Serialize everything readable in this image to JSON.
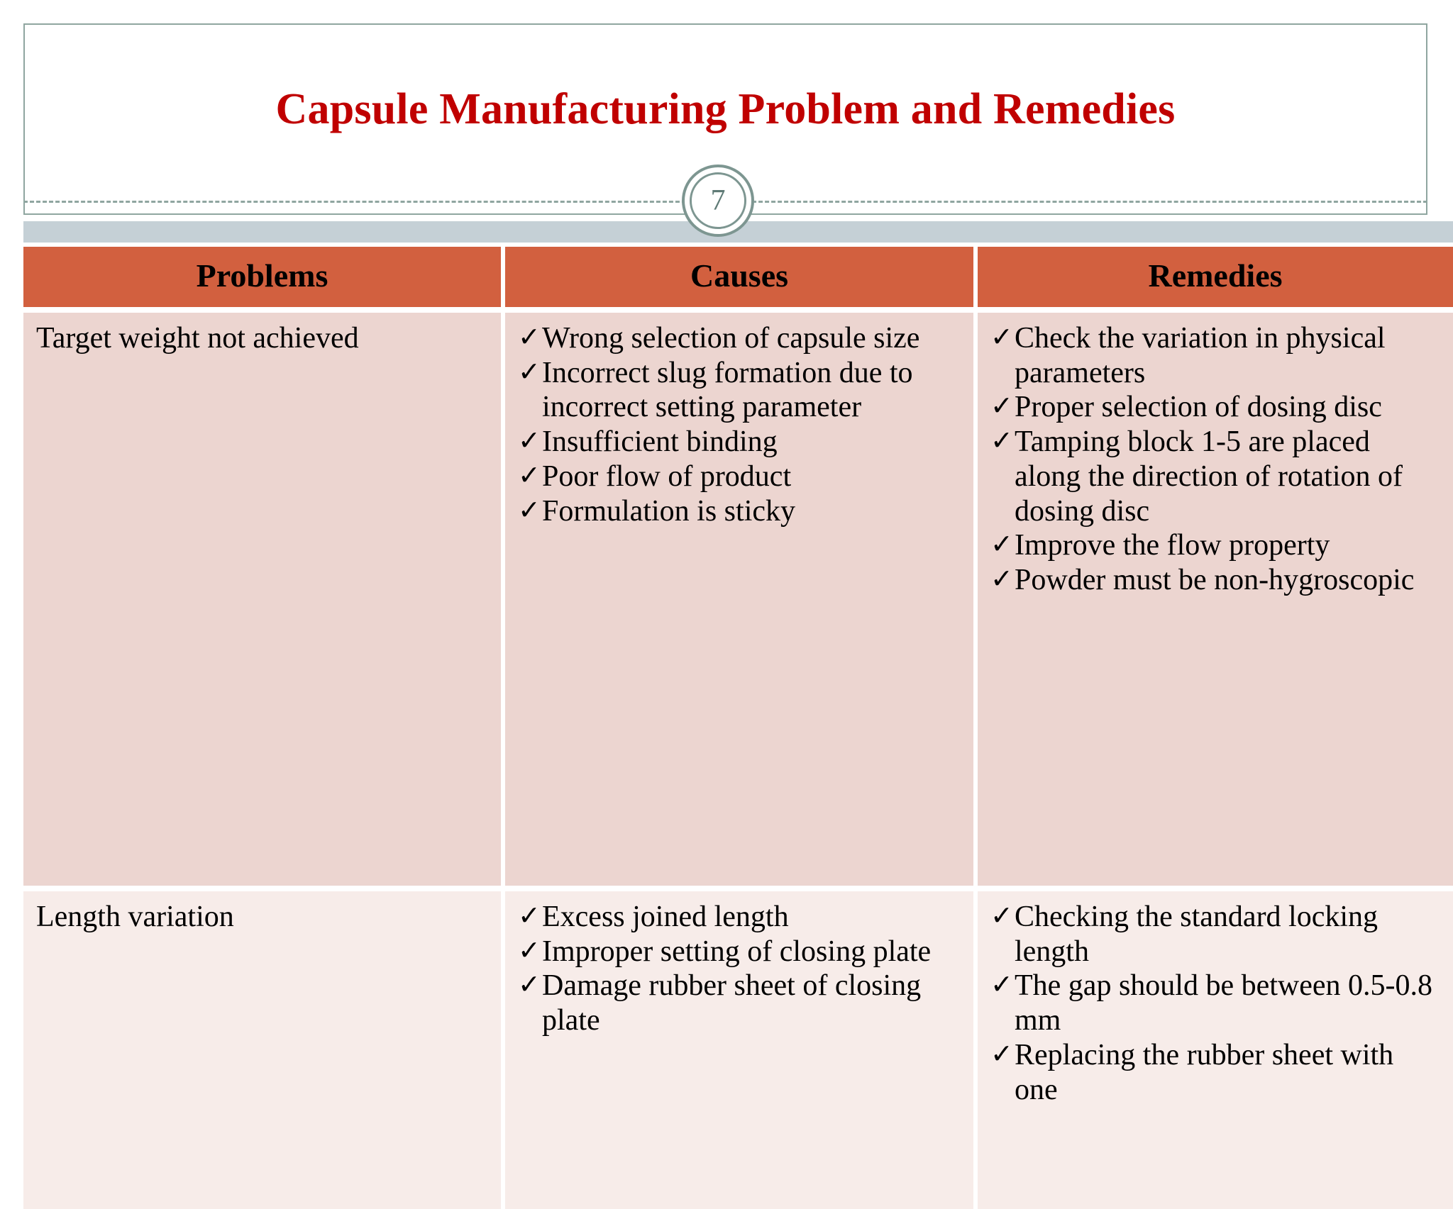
{
  "slide": {
    "title": "Capsule Manufacturing Problem and Remedies",
    "page_number": "7",
    "title_color": "#c00000",
    "accent_color": "#d2603f",
    "band_color": "#c5d0d6",
    "frame_color": "#8fa6a0",
    "row1_bg": "#ecd5d0",
    "row2_bg": "#f7ece9",
    "bullet_glyph": "✓"
  },
  "table": {
    "headers": [
      "Problems",
      "Causes",
      "Remedies"
    ],
    "rows": [
      {
        "problem": "Target weight not achieved",
        "causes": [
          "Wrong selection of capsule size",
          "Incorrect slug formation due to incorrect setting parameter",
          "Insufficient binding",
          "Poor flow of product",
          "Formulation is sticky"
        ],
        "remedies": [
          "Check the variation in physical parameters",
          "Proper selection of dosing disc",
          "Tamping block 1-5 are placed along the direction of rotation of dosing disc",
          "Improve the flow property",
          "Powder must be non-hygroscopic"
        ]
      },
      {
        "problem": "Length variation",
        "causes": [
          "Excess joined length",
          "Improper setting of closing plate",
          "Damage rubber sheet of closing plate"
        ],
        "remedies": [
          "Checking the standard locking length",
          "The gap should be between 0.5-0.8 mm",
          "Replacing the rubber sheet with one"
        ]
      }
    ]
  }
}
